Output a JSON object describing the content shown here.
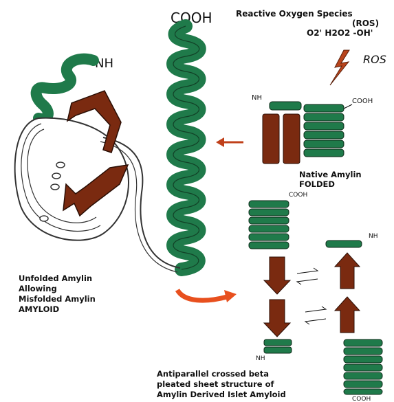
{
  "ros": {
    "title": "Reactive Oxygen Species",
    "abbrev": "(ROS)",
    "species": "O2' H2O2 -OH'",
    "tag": "ROS"
  },
  "terminals": {
    "cooh": "COOH",
    "nh": "NH"
  },
  "native": {
    "line1": "Native Amylin",
    "line2": "FOLDED"
  },
  "unfolded": {
    "line1": "Unfolded Amylin",
    "line2": "Allowing",
    "line3": "Misfolded Amylin",
    "line4": "AMYLOID"
  },
  "caption": {
    "line1": "Antiparallel crossed beta",
    "line2": "pleated sheet structure of",
    "line3": "Amylin Derived Islet Amyloid"
  },
  "colors": {
    "helix_green": "#1f7a4a",
    "sheet_brown": "#7a2a10",
    "arrow_orange": "#e8501e",
    "lightning": "#b8441c"
  }
}
